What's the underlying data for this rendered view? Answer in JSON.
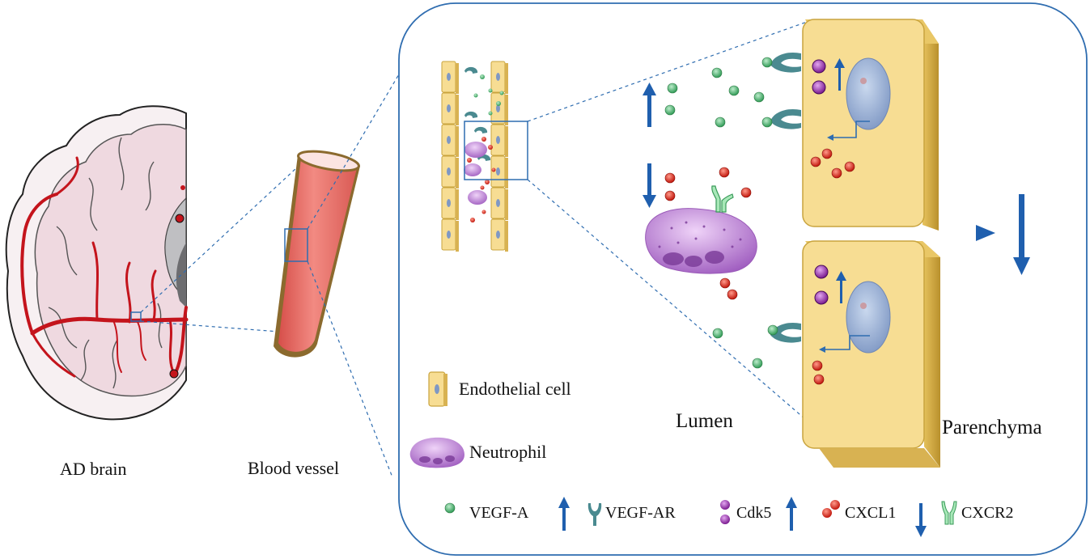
{
  "labels": {
    "ad_brain": "AD brain",
    "blood_vessel": "Blood vessel",
    "lumen": "Lumen",
    "parenchyma": "Parenchyma"
  },
  "legend": {
    "endothelial_cell": "Endothelial cell",
    "neutrophil": "Neutrophil",
    "vegf_a": "VEGF-A",
    "vegf_ar": "VEGF-AR",
    "cdk5": "Cdk5",
    "cxcl1": "CXCL1",
    "cxcr2": "CXCR2"
  },
  "regulation": {
    "vegf_a": "up",
    "cdk5": "up",
    "cxcl1": "down"
  },
  "colors": {
    "arrow_blue": "#1f5fae",
    "vegf_green": "#4caf6a",
    "cdk5_purple": "#8a2ea0",
    "cxcl1_red": "#d42a1c",
    "endothelial_yellow": "#f6dc8e",
    "neutrophil_purple": "#b67cd0",
    "receptor_teal": "#4a8a90",
    "vessel_red": "#e7706a",
    "brain_vessel": "#c4141c",
    "panel_border": "#2f6db0"
  }
}
